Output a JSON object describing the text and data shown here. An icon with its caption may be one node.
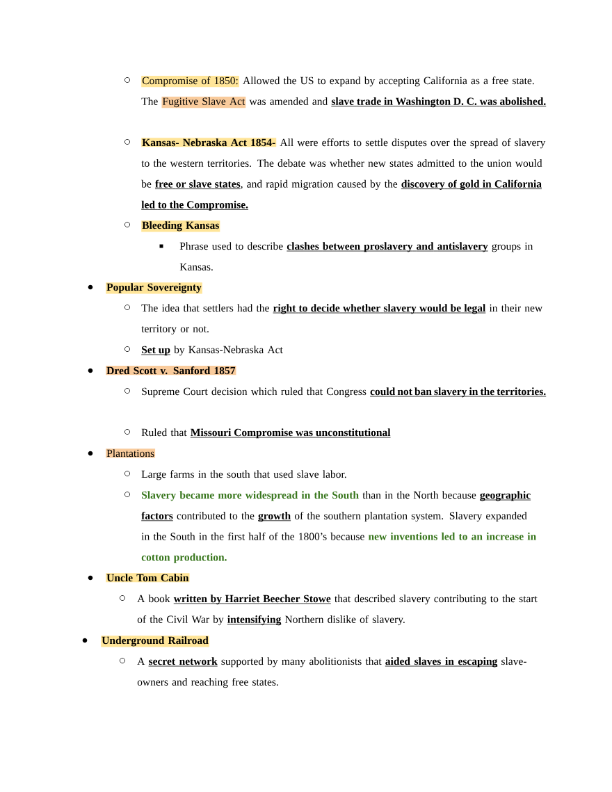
{
  "diagram": {
    "labels": [
      "Compromise of 1850:",
      "Allowed the US to expand by accepting California as a free state. The",
      "Fugitive Slave Act",
      "was amended and",
      "slave trade in Washington D. C. was abolished.",
      "Kansas- Nebraska Act 1854-",
      "All were efforts to settle disputes over the spread of slavery to the western territories. The debate was whether new states admitted to the union would be",
      "free or slave states",
      ", and rapid migration caused by the",
      "discovery of gold in California led to the Compromise.",
      "Bleeding Kansas",
      "Phrase used to describe",
      "clashes between proslavery and antislavery",
      "groups in Kansas.",
      "Popular Sovereignty",
      "The idea that settlers had the",
      "right to decide whether slavery would be legal",
      "in their new territory or not.",
      "Set up",
      "by Kansas-Nebraska Act",
      "Dred Scott v. Sanford 1857",
      "Supreme Court decision which ruled that Congress",
      "could not ban slavery in the territories.",
      "Ruled that",
      "Missouri Compromise was unconstitutional",
      "Plantations",
      "Large farms in the south that used slave labor.",
      "Slavery became more widespread in the South",
      "than in the North because",
      "geographic factors",
      "contributed to the",
      "growth",
      "of the southern plantation system. Slavery expanded in the South in the first half of the 1800’s because",
      "new inventions led to an increase in cotton production.",
      "Uncle Tom Cabin",
      "A book",
      "written by Harriet Beecher Stowe",
      "that described slavery contributing to the start of the Civil War by",
      "intensifying",
      "Northern dislike of slavery.",
      "Underground Railroad",
      "A",
      "secret network",
      "supported by many abolitionists that",
      "aided slaves in escaping",
      "slave-owners and reaching free states."
    ]
  }
}
